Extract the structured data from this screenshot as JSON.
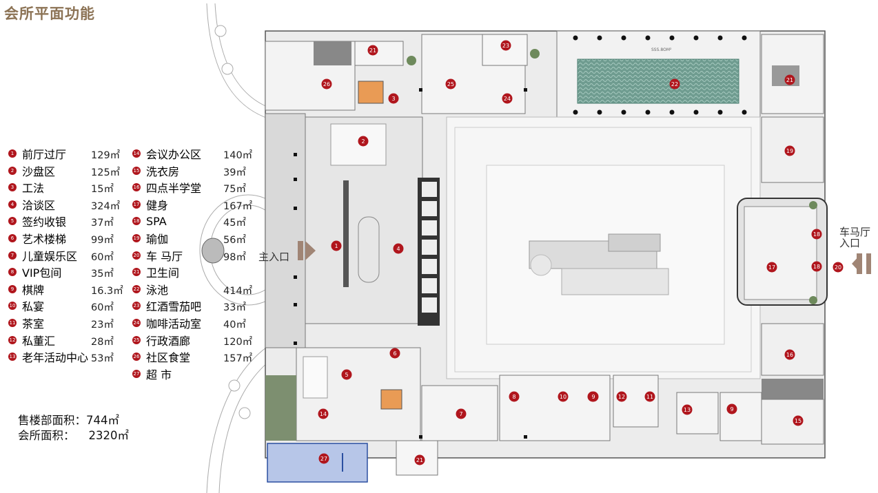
{
  "title": "会所平面功能",
  "legend_left": [
    {
      "num": "1",
      "name": "前厅过厅",
      "area": "129㎡"
    },
    {
      "num": "2",
      "name": "沙盘区",
      "area": "125㎡"
    },
    {
      "num": "3",
      "name": "工法",
      "area": "15㎡"
    },
    {
      "num": "4",
      "name": "洽谈区",
      "area": "324㎡"
    },
    {
      "num": "5",
      "name": "签约收银",
      "area": "37㎡"
    },
    {
      "num": "6",
      "name": "艺术楼梯",
      "area": "99㎡"
    },
    {
      "num": "7",
      "name": "儿童娱乐区",
      "area": "60㎡"
    },
    {
      "num": "8",
      "name": "VIP包间",
      "area": "35㎡"
    },
    {
      "num": "9",
      "name": "棋牌",
      "area": "16.3㎡"
    },
    {
      "num": "10",
      "name": "私宴",
      "area": "60㎡"
    },
    {
      "num": "11",
      "name": "茶室",
      "area": "23㎡"
    },
    {
      "num": "12",
      "name": "私董汇",
      "area": "28㎡"
    },
    {
      "num": "13",
      "name": "老年活动中心",
      "area": "53㎡"
    }
  ],
  "legend_right": [
    {
      "num": "14",
      "name": "会议办公区",
      "area": "140㎡"
    },
    {
      "num": "15",
      "name": "洗衣房",
      "area": "39㎡"
    },
    {
      "num": "16",
      "name": "四点半学堂",
      "area": "75㎡"
    },
    {
      "num": "17",
      "name": "健身",
      "area": "167㎡"
    },
    {
      "num": "18",
      "name": "SPA",
      "area": "45㎡"
    },
    {
      "num": "19",
      "name": "瑜伽",
      "area": "56㎡"
    },
    {
      "num": "20",
      "name": "车 马厅",
      "area": "98㎡"
    },
    {
      "num": "21",
      "name": "卫生间",
      "area": ""
    },
    {
      "num": "22",
      "name": "泳池",
      "area": "414㎡"
    },
    {
      "num": "23",
      "name": "红酒雪茄吧",
      "area": "33㎡"
    },
    {
      "num": "24",
      "name": "咖啡活动室",
      "area": "40㎡"
    },
    {
      "num": "25",
      "name": "行政酒廊",
      "area": "120㎡"
    },
    {
      "num": "26",
      "name": "社区食堂",
      "area": "157㎡"
    },
    {
      "num": "27",
      "name": "超 市",
      "area": ""
    }
  ],
  "summary": {
    "sales_label": "售楼部面积：",
    "sales_value": "744㎡",
    "club_label": "会所面积：",
    "club_value": "2320㎡"
  },
  "plan_labels": {
    "main_entrance": "主入口",
    "carriage_entrance_1": "车马厅",
    "carriage_entrance_2": "入口",
    "pool_note": "SSS.8OM²"
  },
  "markers": [
    {
      "num": "1"
    },
    {
      "num": "2"
    },
    {
      "num": "3"
    },
    {
      "num": "4"
    },
    {
      "num": "5"
    },
    {
      "num": "6"
    },
    {
      "num": "7"
    },
    {
      "num": "8"
    },
    {
      "num": "9"
    },
    {
      "num": "10"
    },
    {
      "num": "9"
    },
    {
      "num": "12"
    },
    {
      "num": "11"
    },
    {
      "num": "13"
    },
    {
      "num": "9"
    },
    {
      "num": "14"
    },
    {
      "num": "15"
    },
    {
      "num": "16"
    },
    {
      "num": "17"
    },
    {
      "num": "18"
    },
    {
      "num": "18"
    },
    {
      "num": "19"
    },
    {
      "num": "20"
    },
    {
      "num": "21"
    },
    {
      "num": "21"
    },
    {
      "num": "21"
    },
    {
      "num": "22"
    },
    {
      "num": "23"
    },
    {
      "num": "24"
    },
    {
      "num": "25"
    },
    {
      "num": "26"
    },
    {
      "num": "27"
    }
  ],
  "colors": {
    "marker": "#b0161d",
    "title": "#8c7355",
    "pool": "#6f9c90",
    "supermarket": "#b7c6e8",
    "arrow": "#a08575",
    "stair": "#e99b55"
  }
}
